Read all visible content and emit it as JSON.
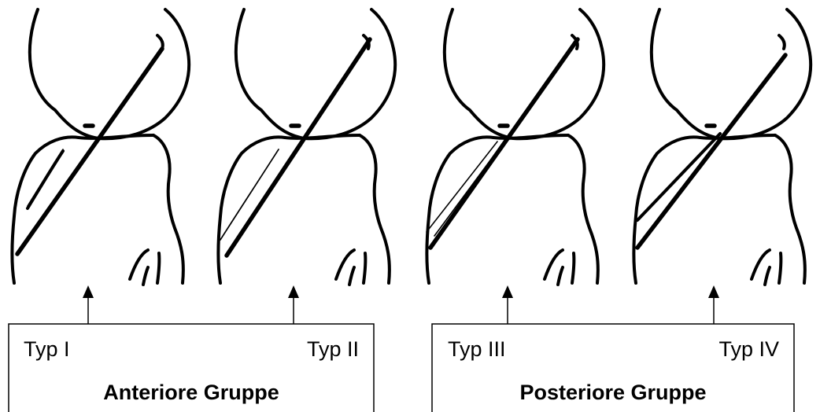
{
  "groups": [
    {
      "title": "Anteriore Gruppe",
      "types": [
        "Typ I",
        "Typ II"
      ]
    },
    {
      "title": "Posteriore Gruppe",
      "types": [
        "Typ III",
        "Typ IV"
      ]
    }
  ]
}
